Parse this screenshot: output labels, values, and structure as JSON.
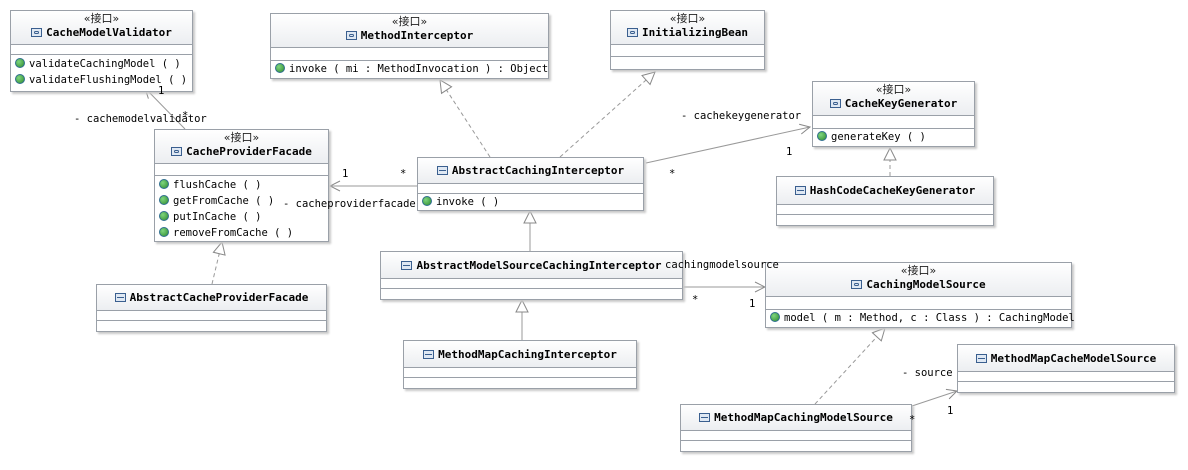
{
  "stereotype": "«接口»",
  "classes": {
    "cacheModelValidator": {
      "name": "CacheModelValidator",
      "operations": [
        "validateCachingModel ( )",
        "validateFlushingModel ( )"
      ]
    },
    "methodInterceptor": {
      "name": "MethodInterceptor",
      "operations": [
        "invoke ( mi : MethodInvocation ) : Object"
      ]
    },
    "initializingBean": {
      "name": "InitializingBean"
    },
    "cacheKeyGenerator": {
      "name": "CacheKeyGenerator",
      "operations": [
        "generateKey ( )"
      ]
    },
    "cacheProviderFacade": {
      "name": "CacheProviderFacade",
      "operations": [
        "flushCache ( )",
        "getFromCache ( )",
        "putInCache ( )",
        "removeFromCache ( )"
      ]
    },
    "abstractCachingInterceptor": {
      "name": "AbstractCachingInterceptor",
      "operations": [
        "invoke ( )"
      ]
    },
    "hashCodeCacheKeyGenerator": {
      "name": "HashCodeCacheKeyGenerator"
    },
    "abstractCacheProviderFacade": {
      "name": "AbstractCacheProviderFacade"
    },
    "abstractModelSourceCachingInterceptor": {
      "name": "AbstractModelSourceCachingInterceptor"
    },
    "cachingModelSource": {
      "name": "CachingModelSource",
      "operations": [
        "model ( m : Method, c : Class ) : CachingModel"
      ]
    },
    "methodMapCachingInterceptor": {
      "name": "MethodMapCachingInterceptor"
    },
    "methodMapCacheModelSource": {
      "name": "MethodMapCacheModelSource"
    },
    "methodMapCachingModelSource": {
      "name": "MethodMapCachingModelSource"
    }
  },
  "labels": {
    "validatorRole": "- cachemodelvalidator",
    "validatorOne": "1",
    "validatorStar": "*",
    "facadeRole": "- cacheproviderfacade",
    "facadeOne": "1",
    "facadeStar": "*",
    "keyGenRole": "- cachekeygenerator",
    "keyGenOne": "1",
    "keyGenStar": "*",
    "modelSourceRole": "cachingmodelsource",
    "modelSourceOne": "1",
    "modelSourceStar": "*",
    "sourceRole": "- source",
    "sourceOne": "1",
    "sourceStar": "*"
  }
}
